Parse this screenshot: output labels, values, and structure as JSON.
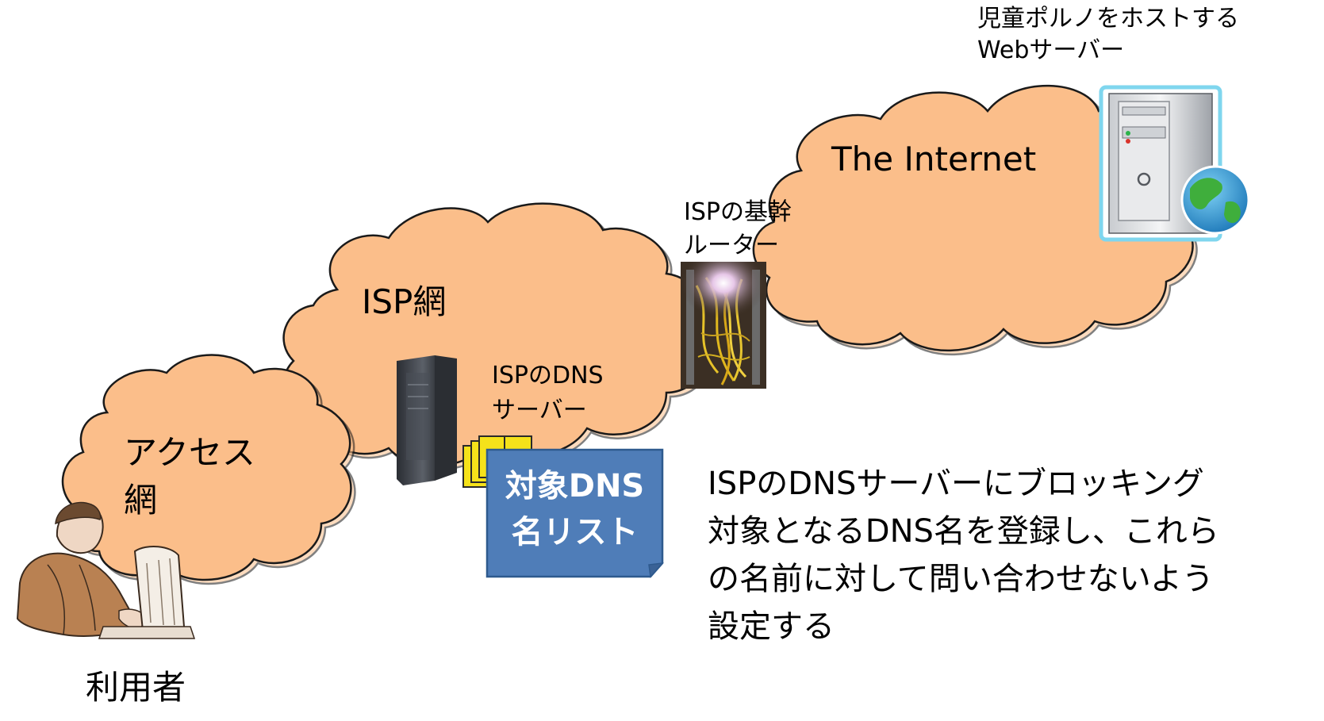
{
  "clouds": {
    "access": {
      "label_line1": "アクセス",
      "label_line2": "網"
    },
    "isp": {
      "label": "ISP網"
    },
    "internet": {
      "label": "The Internet"
    }
  },
  "nodes": {
    "web_server": {
      "label_line1": "児童ポルノをホストする",
      "label_line2": "Webサーバー"
    },
    "router": {
      "label_line1": "ISPの基幹",
      "label_line2": "ルーター"
    },
    "dns_server": {
      "label_line1": "ISPのDNS",
      "label_line2": "サーバー"
    },
    "user": {
      "label": "利用者"
    }
  },
  "note": {
    "line1": "対象DNS",
    "line2": "名リスト"
  },
  "description": {
    "line1": "ISPのDNSサーバーにブロッキング",
    "line2": "対象となるDNS名を登録し、これら",
    "line3": "の名前に対して問い合わせないよう",
    "line4": "設定する"
  },
  "colors": {
    "cloud_fill": "#FBBE8A",
    "cloud_stroke": "#1A1A1A",
    "note_fill": "#4F7DB8",
    "note_stroke": "#2E5A8E",
    "book_fill": "#F5E21A"
  },
  "icons": {
    "web_server": "server-tower-globe-icon",
    "router": "router-cables-photo",
    "dns_server": "dark-server-icon",
    "dns_list": "books-icon",
    "user": "person-at-computer-clipart"
  }
}
